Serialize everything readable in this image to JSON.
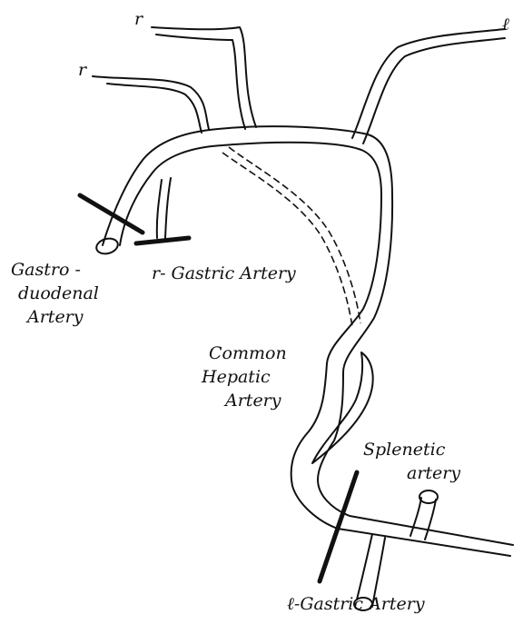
{
  "branch_letters": {
    "r_upper": "r",
    "r_lower": "r",
    "l_top": "ℓ"
  },
  "labels": {
    "gastroduodenal": [
      "Gastro -",
      "duodenal",
      "Artery"
    ],
    "r_gastric": "r- Gastric Artery",
    "common_hepatic": [
      "Common",
      "Hepatic",
      "Artery"
    ],
    "splenetic": [
      "Splenetic",
      "artery"
    ],
    "l_gastric": "ℓ-Gastric Artery"
  },
  "colors": {
    "ink": "#111111",
    "paper": "#ffffff"
  }
}
